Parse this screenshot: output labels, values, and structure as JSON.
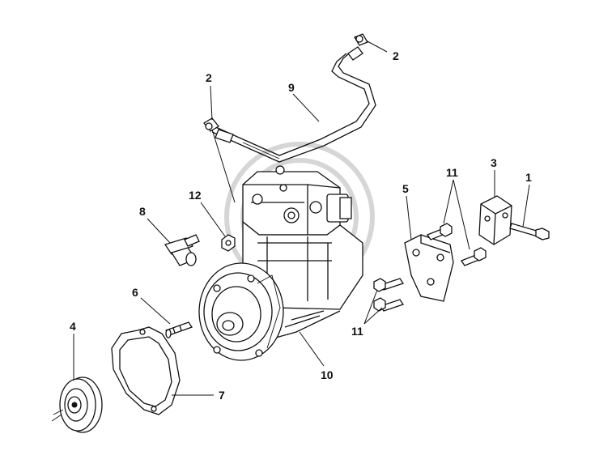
{
  "diagram": {
    "type": "exploded-parts-view",
    "subject": "air compressor assembly",
    "watermark": "logo",
    "callouts": [
      {
        "id": "c1",
        "label": "1"
      },
      {
        "id": "c2a",
        "label": "2"
      },
      {
        "id": "c2b",
        "label": "2"
      },
      {
        "id": "c3",
        "label": "3"
      },
      {
        "id": "c4",
        "label": "4"
      },
      {
        "id": "c5",
        "label": "5"
      },
      {
        "id": "c6",
        "label": "6"
      },
      {
        "id": "c7",
        "label": "7"
      },
      {
        "id": "c8",
        "label": "8"
      },
      {
        "id": "c9",
        "label": "9"
      },
      {
        "id": "c10",
        "label": "10"
      },
      {
        "id": "c11a",
        "label": "11"
      },
      {
        "id": "c11b",
        "label": "11"
      },
      {
        "id": "c12",
        "label": "12"
      }
    ]
  }
}
